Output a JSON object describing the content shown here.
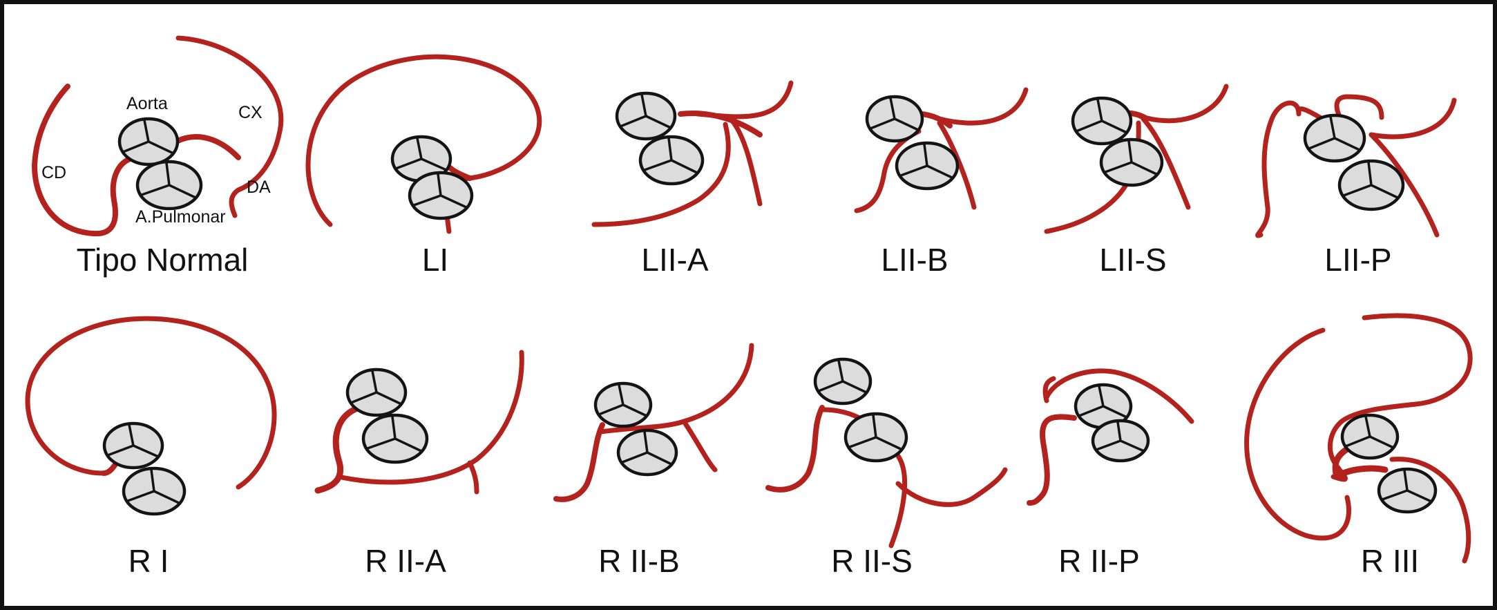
{
  "colors": {
    "artery": "#b3221c",
    "valve_fill": "#dcdcdc",
    "outline": "#141414",
    "background": "#ffffff"
  },
  "annotations": {
    "aorta": "Aorta",
    "cx": "CX",
    "cd": "CD",
    "da": "DA",
    "pulmonar": "A.Pulmonar"
  },
  "panels": [
    {
      "id": "tipo-normal",
      "label": "Tipo Normal"
    },
    {
      "id": "l-i",
      "label": "LI"
    },
    {
      "id": "l-ii-a",
      "label": "LII-A"
    },
    {
      "id": "l-ii-b",
      "label": "LII-B"
    },
    {
      "id": "l-ii-s",
      "label": "LII-S"
    },
    {
      "id": "l-ii-p",
      "label": "LII-P"
    },
    {
      "id": "r-i",
      "label": "R I"
    },
    {
      "id": "r-ii-a",
      "label": "R II-A"
    },
    {
      "id": "r-ii-b",
      "label": "R II-B"
    },
    {
      "id": "r-ii-s",
      "label": "R II-S"
    },
    {
      "id": "r-ii-p",
      "label": "R II-P"
    },
    {
      "id": "r-iii",
      "label": "R III"
    }
  ]
}
